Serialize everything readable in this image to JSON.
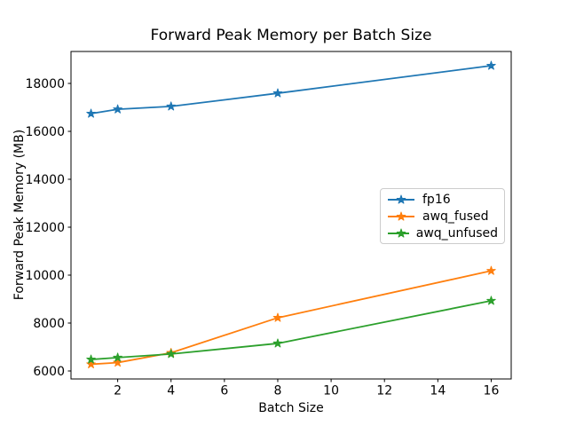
{
  "chart_data": {
    "type": "line",
    "title": "Forward Peak Memory per Batch Size",
    "xlabel": "Batch Size",
    "ylabel": "Forward Peak Memory (MB)",
    "x": [
      1,
      2,
      4,
      8,
      16
    ],
    "series": [
      {
        "name": "fp16",
        "color": "#1f77b4",
        "marker": "star",
        "values": [
          16740,
          16920,
          17040,
          17590,
          18740
        ]
      },
      {
        "name": "awq_fused",
        "color": "#ff7f0e",
        "marker": "star",
        "values": [
          6280,
          6350,
          6760,
          8220,
          10180
        ]
      },
      {
        "name": "awq_unfused",
        "color": "#2ca02c",
        "marker": "star",
        "values": [
          6480,
          6560,
          6710,
          7150,
          8930
        ]
      }
    ],
    "xticks": [
      2,
      4,
      6,
      8,
      10,
      12,
      14,
      16
    ],
    "yticks": [
      6000,
      8000,
      10000,
      12000,
      14000,
      16000,
      18000
    ],
    "xlim": [
      0.25,
      16.75
    ],
    "ylim": [
      5667,
      19333
    ],
    "grid": false,
    "legend_position": "center right",
    "axis_color": "#000000",
    "background_color": "#ffffff"
  }
}
